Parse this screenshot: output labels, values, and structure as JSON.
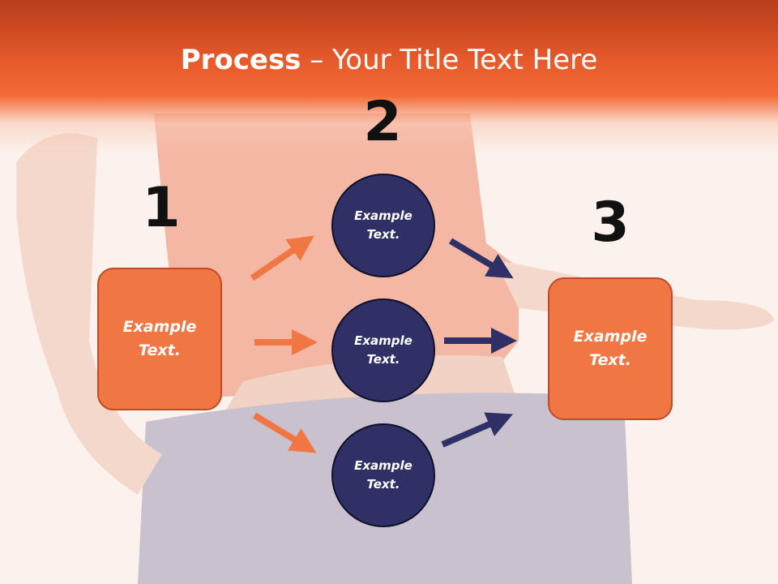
{
  "title": {
    "bold": "Process",
    "rest": " – Your Title Text Here"
  },
  "steps": [
    {
      "number": "1",
      "text_line1": "Example",
      "text_line2": "Text."
    },
    {
      "number": "2"
    },
    {
      "number": "3",
      "text_line1": "Example",
      "text_line2": "Text."
    }
  ],
  "circles": [
    {
      "text_line1": "Example",
      "text_line2": "Text."
    },
    {
      "text_line1": "Example",
      "text_line2": "Text."
    },
    {
      "text_line1": "Example",
      "text_line2": "Text."
    }
  ],
  "colors": {
    "accent_orange": "#f07644",
    "navy": "#2f3166",
    "header": "#e75a2b"
  }
}
